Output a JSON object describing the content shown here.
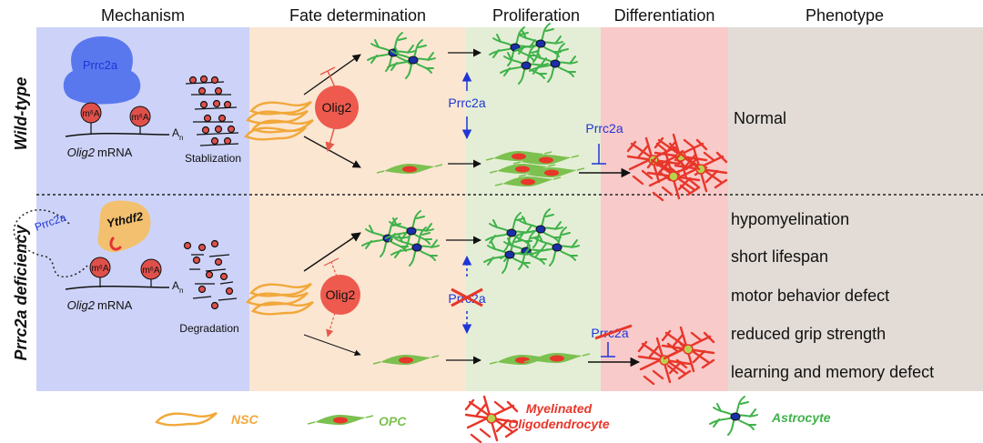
{
  "headers": [
    "Mechanism",
    "Fate determination",
    "Proliferation",
    "Differentiation",
    "Phenotype"
  ],
  "rows": {
    "wildtype": {
      "label": "Wild-type",
      "phenotypes": [
        "Normal"
      ]
    },
    "deficiency": {
      "label": "Prrc2a deficiency",
      "phenotypes": [
        "hypomyelination",
        "short lifespan",
        "motor behavior defect",
        "reduced grip strength",
        "learning and memory defect"
      ]
    }
  },
  "mechanism": {
    "top": {
      "protein": "Prrc2a",
      "mark": "m⁶A",
      "polyA": "A",
      "polyA_sub": "n",
      "gene": "Olig2",
      "mrna": "mRNA",
      "fate": "Stablization"
    },
    "bottom": {
      "protein": "Prrc2a",
      "reader": "Ythdf2",
      "mark": "m⁶A",
      "polyA": "A",
      "polyA_sub": "n",
      "gene": "Olig2",
      "mrna": "mRNA",
      "fate": "Degradation"
    }
  },
  "labels": {
    "olig2": "Olig2",
    "prrc2a": "Prrc2a"
  },
  "legend": {
    "nsc": "NSC",
    "opc": "OPC",
    "oligo_line1": "Myelinated",
    "oligo_line2": "Oligodendrocyte",
    "astro": "Astrocyte"
  },
  "colors": {
    "mech_bg": "#cdd3f8",
    "fate_bg": "#fbe6d2",
    "prolif_bg": "#e4eed6",
    "diff_bg": "#f9caca",
    "pheno_bg": "#e3dcd6",
    "nsc": "#f1a83a",
    "opc": "#7cc04f",
    "oligo": "#e8362a",
    "astro": "#3fb24a",
    "protein": "#5a78ee",
    "olig2": "#ee5a4e",
    "blue_text": "#1f35d6"
  }
}
